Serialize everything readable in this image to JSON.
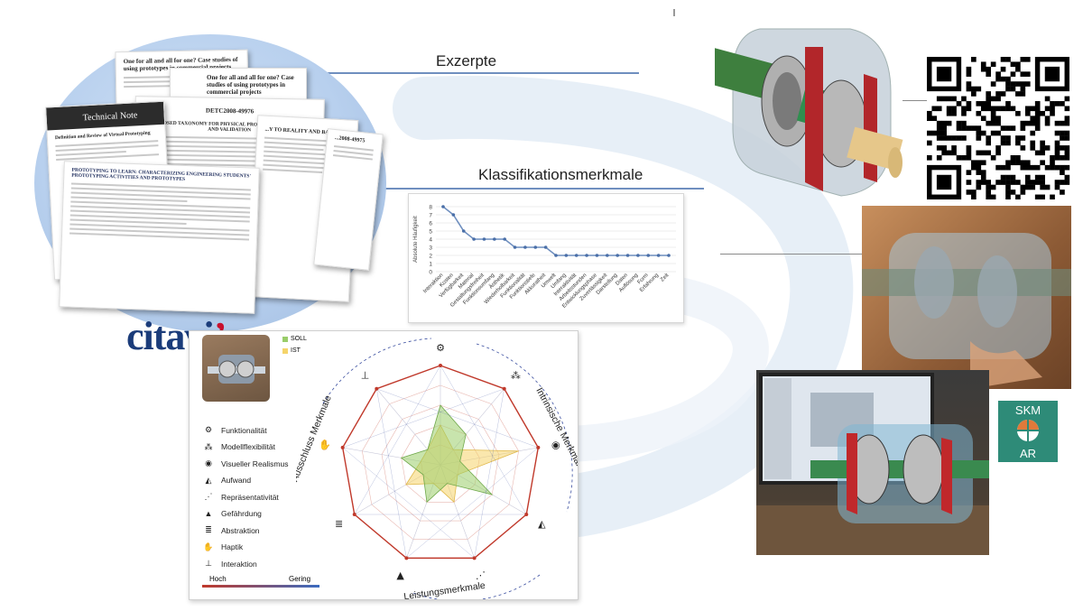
{
  "labels": {
    "exzerpte": "Exzerpte",
    "klassifikation": "Klassifikationsmerkmale"
  },
  "citavi_logo": "citavi",
  "documents": {
    "doc1_title": "One for all and all for one? Case studies of using prototypes in commercial projects",
    "doc2_title": "One for all and all for one? Case studies of using prototypes in commercial projects",
    "doc3_title": "A PROPOSED TAXONOMY FOR PHYSICAL PROTOTYPES: STRUCTURE AND VALIDATION",
    "doc3_code": "DETC2008-49976",
    "doc4_head": "Technical Note",
    "doc4_title": "Definition and Review of Virtual Prototyping",
    "doc5_title": "PROTOTYPING TO LEARN: CHARACTERIZING ENGINEERING STUDENTS' PROTOTYPING ACTIVITIES AND PROTOTYPES",
    "doc6_title": "...Y TO REALITY AND BACK",
    "doc7_code": "...2008-49975"
  },
  "chart_data": [
    {
      "type": "line",
      "ylabel": "Absolute Häufigkeit",
      "ylim": [
        0,
        8
      ],
      "yticks": [
        0,
        1,
        2,
        3,
        4,
        5,
        6,
        7,
        8
      ],
      "grid": true,
      "categories": [
        "Interaktion",
        "Kosten",
        "Verfügbarkeit",
        "Material",
        "Gestaltungsfreiheit",
        "Funktionsumfang",
        "Ästhetik",
        "Wiederholbarkeit",
        "Funktionalität",
        "Funktionstiefe",
        "Akkuratheit",
        "Umwelt",
        "Umfang",
        "Interaktivität",
        "Arbeitsstunden",
        "Entwicklungsphase",
        "Zuverlässigkeit",
        "Darstellung",
        "Daten",
        "Auflösung",
        "Form",
        "Erfahrung",
        "Zeit"
      ],
      "values": [
        8,
        7,
        5,
        4,
        4,
        4,
        4,
        3,
        3,
        3,
        3,
        2,
        2,
        2,
        2,
        2,
        2,
        2,
        2,
        2,
        2,
        2,
        2
      ]
    },
    {
      "type": "radar",
      "legend": [
        "SOLL",
        "IST"
      ],
      "axes": [
        "Funktionalität",
        "Modellflexibilität",
        "Visueller Realismus",
        "Aufwand",
        "Repräsentativität",
        "Gefährdung",
        "Abstraktion",
        "Haptik",
        "Interaktion"
      ],
      "series": [
        {
          "name": "SOLL",
          "values": [
            3,
            2,
            1,
            3,
            1,
            2,
            1,
            2,
            1
          ]
        },
        {
          "name": "IST",
          "values": [
            2,
            1,
            4,
            1,
            2,
            1,
            2,
            1,
            1
          ]
        }
      ],
      "outline": [
        5,
        5,
        5,
        5,
        5,
        5,
        5,
        5,
        5
      ],
      "rmax": 5,
      "colors": {
        "soll": "#9acd6a",
        "ist": "#f5d46a",
        "outline": "#c0392b",
        "inner": "#3a4ea0"
      }
    }
  ],
  "radar_labels": {
    "ausschluss": "Ausschluss Merkmale",
    "intrinsische": "Intrinsische Merkmale",
    "leistung": "Leistungsmerkmale",
    "soll": "SOLL",
    "ist": "IST",
    "scale_high": "Hoch",
    "scale_low": "Gering"
  },
  "legend_items": [
    {
      "icon": "gears-icon",
      "label": "Funktionalität"
    },
    {
      "icon": "molecule-icon",
      "label": "Modellflexibilität"
    },
    {
      "icon": "eye-icon",
      "label": "Visueller Realismus"
    },
    {
      "icon": "effort-icon",
      "label": "Aufwand"
    },
    {
      "icon": "graph-icon",
      "label": "Repräsentativität"
    },
    {
      "icon": "warning-icon",
      "label": "Gefährdung"
    },
    {
      "icon": "binary-icon",
      "label": "Abstraktion"
    },
    {
      "icon": "hand-icon",
      "label": "Haptik"
    },
    {
      "icon": "interaction-icon",
      "label": "Interaktion"
    }
  ],
  "legend_glyphs": [
    "⚙",
    "⁂",
    "◉",
    "◭",
    "⋰",
    "▲",
    "≣",
    "✋",
    "⊥"
  ],
  "skm_badge": {
    "top": "SKM",
    "bottom": "AR"
  },
  "colors": {
    "accent_line": "#6f8fbf",
    "skm_green": "#2e8b78",
    "citavi_blue": "#1b3c7a",
    "citavi_red": "#c8102e"
  }
}
